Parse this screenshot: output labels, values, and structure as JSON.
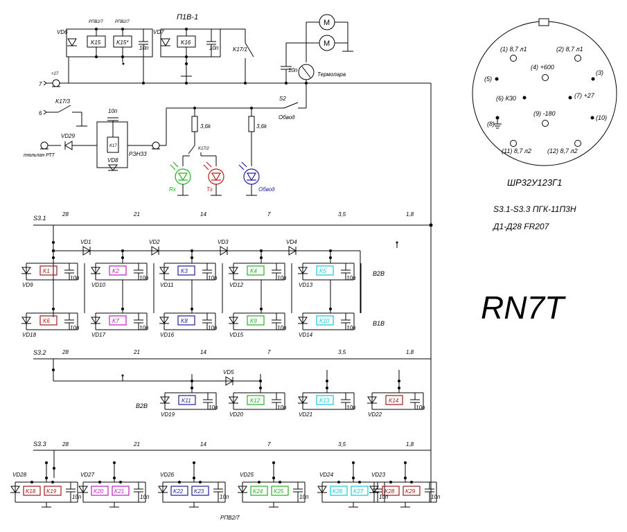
{
  "title": "RN7T",
  "notes": {
    "switches": "S3.1-S3.3  ПГК-11П3Н",
    "diodes": "Д1-Д28 FR207"
  },
  "connector": {
    "name": "ШР32У123Г1",
    "pins": [
      {
        "num": "(1)",
        "label": "8,7 л1"
      },
      {
        "num": "(2)",
        "label": "8,7 л1"
      },
      {
        "num": "(3)",
        "label": ""
      },
      {
        "num": "(4)",
        "label": "+600"
      },
      {
        "num": "(5)",
        "label": ""
      },
      {
        "num": "(6)",
        "label": "К30"
      },
      {
        "num": "(7)",
        "label": "+27"
      },
      {
        "num": "(8)",
        "label": ""
      },
      {
        "num": "(9)",
        "label": "-180"
      },
      {
        "num": "(10)",
        "label": ""
      },
      {
        "num": "(11)",
        "label": "8,7 л2"
      },
      {
        "num": "(12)",
        "label": "8,7 л2"
      }
    ]
  },
  "top": {
    "p1v": "П1В-1",
    "rpv1": "РПВ2/7",
    "rpv2": "РПВ2/7",
    "vd6": "VD6",
    "vd7": "VD7",
    "k15": "K15",
    "k15s": "K15*",
    "k16": "K16",
    "cap": "10п",
    "k17_1": "K17/1",
    "plus27": "+27",
    "in7": "7",
    "in6": "6",
    "k17_3": "K17/3",
    "thermo": "Термопара",
    "s2": "S2",
    "obvod": "Обвод",
    "vd29": "VD29",
    "tyulpan": "тюльпан РТТ",
    "k17": "K17",
    "vd8": "VD8",
    "rez": "РЭН33",
    "r1": "3,6k",
    "r2": "3,6k",
    "k17_2": "K17/2",
    "rx": "Rx",
    "tx": "Tx",
    "obvod_led": "Обвод",
    "motor": "M"
  },
  "bands": [
    "28",
    "21",
    "14",
    "7",
    "3,5",
    "1,8"
  ],
  "s31": {
    "label": "S3.1",
    "diodes": [
      "VD1",
      "VD2",
      "VD3",
      "VD4"
    ],
    "row1": [
      {
        "vd": "VD9",
        "k": "K1",
        "color": "#a01818"
      },
      {
        "vd": "VD10",
        "k": "K2",
        "color": "#c01cc0"
      },
      {
        "vd": "VD11",
        "k": "K3",
        "color": "#1c1ca0"
      },
      {
        "vd": "VD12",
        "k": "K4",
        "color": "#20b020"
      },
      {
        "vd": "VD13",
        "k": "K5",
        "color": "#10c8d8"
      }
    ],
    "row2": [
      {
        "vd": "VD18",
        "k": "K6",
        "color": "#a01818"
      },
      {
        "vd": "VD17",
        "k": "K7",
        "color": "#c01cc0"
      },
      {
        "vd": "VD16",
        "k": "K8",
        "color": "#1c1ca0"
      },
      {
        "vd": "VD15",
        "k": "K9",
        "color": "#20b020"
      },
      {
        "vd": "VD14",
        "k": "K10",
        "color": "#10c8d8"
      }
    ],
    "b2b": "B2B",
    "b1b": "B1B"
  },
  "s32": {
    "label": "S3.2",
    "vd5": "VD5",
    "b2b": "B2B",
    "relays": [
      {
        "vd": "VD19",
        "k": "K11",
        "color": "#1c1ca0"
      },
      {
        "vd": "VD20",
        "k": "K12",
        "color": "#20b020"
      },
      {
        "vd": "VD21",
        "k": "K13",
        "color": "#10c8d8"
      },
      {
        "vd": "VD22",
        "k": "K14",
        "color": "#a01818"
      }
    ]
  },
  "s33": {
    "label": "S3.3",
    "rpv": "РПВ2/7",
    "groups": [
      {
        "vd": "VD28",
        "k1": "K18",
        "k2": "K19",
        "color": "#a01818"
      },
      {
        "vd": "VD27",
        "k1": "K20",
        "k2": "K21",
        "color": "#c01cc0"
      },
      {
        "vd": "VD26",
        "k1": "K22",
        "k2": "K23",
        "color": "#1c1ca0"
      },
      {
        "vd": "VD25",
        "k1": "K24",
        "k2": "K25",
        "color": "#20b020"
      },
      {
        "vd": "VD24",
        "k1": "K26",
        "k2": "K27",
        "color": "#10c8d8"
      },
      {
        "vd": "VD23",
        "k1": "K28",
        "k2": "K29",
        "color": "#a01818"
      }
    ]
  },
  "led_colors": {
    "rx": "#20b020",
    "tx": "#c01818",
    "obvod": "#1c1ca0"
  }
}
